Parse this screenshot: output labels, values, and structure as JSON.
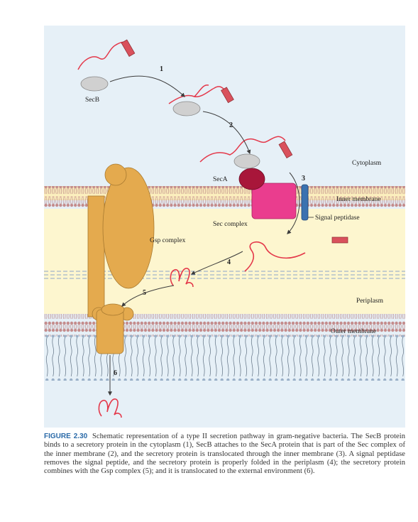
{
  "labels": {
    "secb_top": "SecB",
    "seca": "SecA",
    "sec_complex": "Sec complex",
    "gsp_complex": "Gsp complex",
    "cytoplasm": "Cytoplasm",
    "inner_membrane": "Inner membrane",
    "signal_peptidase": "Signal peptidase",
    "periplasm": "Periplasm",
    "outer_membrane": "Outer membrane"
  },
  "steps": [
    "1",
    "2",
    "3",
    "4",
    "5",
    "6"
  ],
  "caption": {
    "figure_number": "FIGURE 2.30",
    "text": "Schematic representation of a type II secretion pathway in gram-negative bacteria. The SecB protein binds to a secretory protein in the cytoplasm (1), SecB attaches to the SecA protein that is part of the Sec complex of the inner membrane (2), and the secretory protein is translocated through the inner membrane (3). A signal peptidase removes the signal peptide, and the secretory protein is properly folded in the periplasm (4); the secretory protein combines with the Gsp complex (5); and it is translocated to the external environment (6)."
  },
  "colors": {
    "panel_bg": "#e6f0f7",
    "membrane_band": "#fbeebd",
    "periplasm_band": "#fdf6cf",
    "lipid_head": "#c48c8c",
    "protein_line": "#e4384a",
    "signal_peptide": "#d9515c",
    "secb": "#d0d0d0",
    "seca": "#a8163a",
    "sec_complex": "#ea3d8e",
    "signal_peptidase": "#3a72b0",
    "gsp_complex": "#e4aa4e",
    "caption_accent": "#2a6aa8"
  }
}
